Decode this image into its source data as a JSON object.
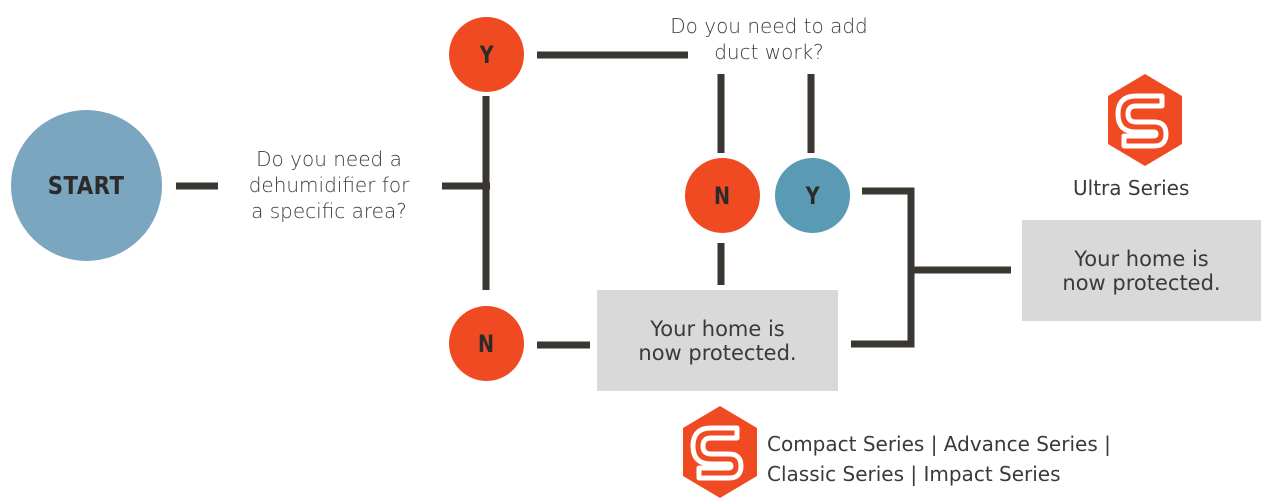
{
  "colors": {
    "line": "#3a3632",
    "orange": "#f04a22",
    "teal": "#5a9ab5",
    "start_fill": "#7aa6bf",
    "box_fill": "#d9d9d9",
    "text": "#3a3a3a"
  },
  "start": {
    "label": "START"
  },
  "question1": {
    "text": "Do you need a\ndehumidifier for\na specific area?"
  },
  "question2": {
    "text": "Do you need to add\nduct work?"
  },
  "nodes": {
    "q1_yes": "Y",
    "q1_no": "N",
    "q2_no": "N",
    "q2_yes": "Y"
  },
  "outcomes": {
    "compact_box": "Your home is\nnow protected.",
    "ultra_box": "Your home is\nnow protected."
  },
  "products": {
    "ultra_caption": "Ultra Series",
    "compact_caption_line1": "Compact Series | Advance Series |",
    "compact_caption_line2": "Classic Series | Impact Series"
  }
}
